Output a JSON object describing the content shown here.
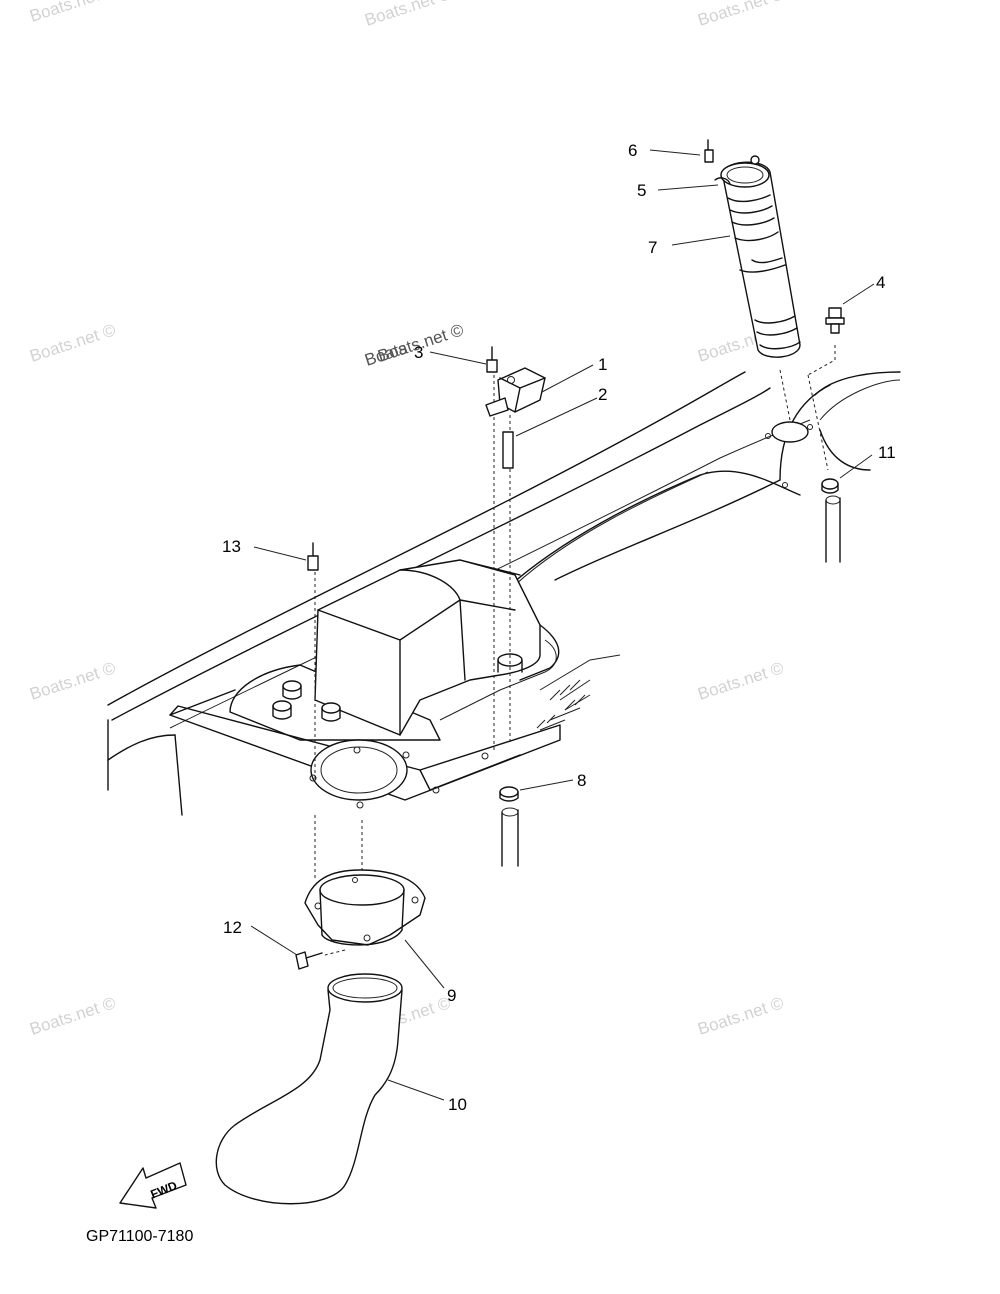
{
  "watermark": "Boats.net ©",
  "watermark_overlap": "Boats",
  "diagram_code": "GP71100-7180",
  "fwd_label": "FWD",
  "parts": [
    {
      "id": "1",
      "label": "1"
    },
    {
      "id": "2",
      "label": "2"
    },
    {
      "id": "3",
      "label": "3"
    },
    {
      "id": "4",
      "label": "4"
    },
    {
      "id": "5",
      "label": "5"
    },
    {
      "id": "6",
      "label": "6"
    },
    {
      "id": "7",
      "label": "7"
    },
    {
      "id": "8",
      "label": "8"
    },
    {
      "id": "9",
      "label": "9"
    },
    {
      "id": "10",
      "label": "10"
    },
    {
      "id": "11",
      "label": "11"
    },
    {
      "id": "12",
      "label": "12"
    },
    {
      "id": "13",
      "label": "13"
    }
  ]
}
